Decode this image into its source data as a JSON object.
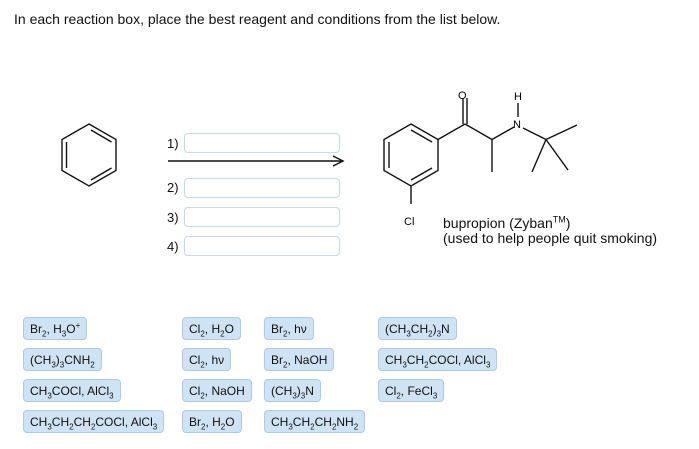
{
  "instruction": "In each reaction box, place the best reagent and conditions from the list below.",
  "steps": [
    {
      "label": "1)"
    },
    {
      "label": "2)"
    },
    {
      "label": "3)"
    },
    {
      "label": "4)"
    }
  ],
  "product": {
    "name_line1": "bupropion (Zyban",
    "trademark": "TM",
    "name_line1_end": ")",
    "name_line2": "(used to help people quit smoking)",
    "atoms": {
      "oxygen": "O",
      "hydrogen": "H",
      "nitrogen": "N",
      "chlorine": "Cl"
    }
  },
  "reagents": {
    "col1": [
      [
        "Br",
        "2",
        ", H",
        "3",
        "O",
        "+"
      ],
      [
        "(CH",
        "3",
        ")",
        "3",
        "CNH",
        "2"
      ],
      [
        "CH",
        "3",
        "COCl, AlCl",
        "3"
      ],
      [
        "CH",
        "3",
        "CH",
        "2",
        "CH",
        "2",
        "COCl, AlCl",
        "3"
      ]
    ],
    "col2": [
      [
        "Cl",
        "2",
        ", H",
        "2",
        "O"
      ],
      [
        "Cl",
        "2",
        ", hν"
      ],
      [
        "Cl",
        "2",
        ", NaOH"
      ],
      [
        "Br",
        "2",
        ", H",
        "2",
        "O"
      ]
    ],
    "col3": [
      [
        "Br",
        "2",
        ", hν"
      ],
      [
        "Br",
        "2",
        ", NaOH"
      ],
      [
        "(CH",
        "3",
        ")",
        "3",
        "N"
      ],
      [
        "CH",
        "3",
        "CH",
        "2",
        "CH",
        "2",
        "NH",
        "2"
      ]
    ],
    "col4": [
      [
        "(CH",
        "3",
        "CH",
        "2",
        ")",
        "3",
        "N"
      ],
      [
        "CH",
        "3",
        "CH",
        "2",
        "COCl, AlCl",
        "3"
      ],
      [
        "Cl",
        "2",
        ", FeCl",
        "3"
      ]
    ]
  }
}
